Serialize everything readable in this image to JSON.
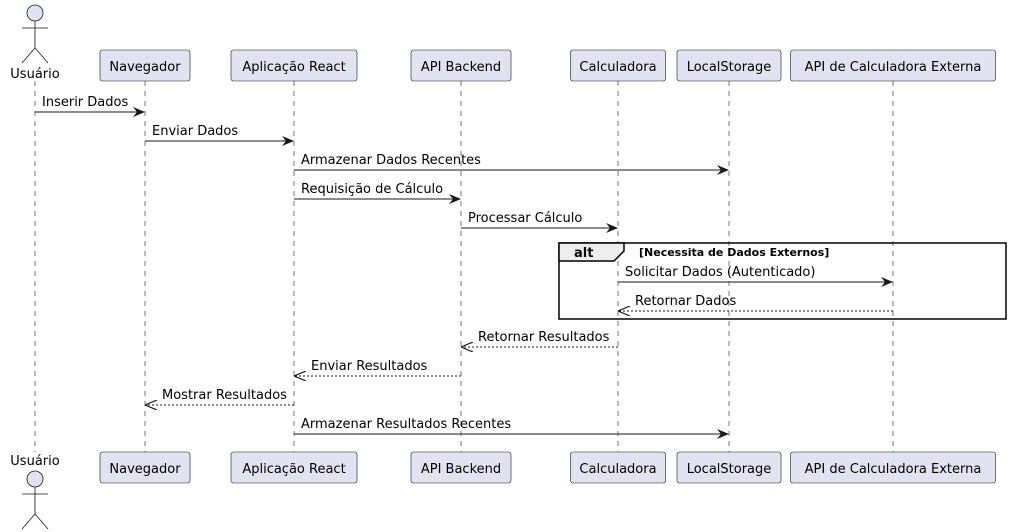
{
  "participants": [
    {
      "id": "usuario",
      "label": "Usuário",
      "kind": "actor"
    },
    {
      "id": "navegador",
      "label": "Navegador",
      "kind": "participant"
    },
    {
      "id": "react",
      "label": "Aplicação React",
      "kind": "participant"
    },
    {
      "id": "api",
      "label": "API Backend",
      "kind": "participant"
    },
    {
      "id": "calc",
      "label": "Calculadora",
      "kind": "participant"
    },
    {
      "id": "storage",
      "label": "LocalStorage",
      "kind": "participant"
    },
    {
      "id": "extapi",
      "label": "API de Calculadora Externa",
      "kind": "participant"
    }
  ],
  "messages": [
    {
      "from": "usuario",
      "to": "navegador",
      "label": "Inserir Dados",
      "style": "solid"
    },
    {
      "from": "navegador",
      "to": "react",
      "label": "Enviar Dados",
      "style": "solid"
    },
    {
      "from": "react",
      "to": "storage",
      "label": "Armazenar Dados Recentes",
      "style": "solid"
    },
    {
      "from": "react",
      "to": "api",
      "label": "Requisição de Cálculo",
      "style": "solid"
    },
    {
      "from": "api",
      "to": "calc",
      "label": "Processar Cálculo",
      "style": "solid"
    },
    {
      "from": "calc",
      "to": "extapi",
      "label": "Solicitar Dados (Autenticado)",
      "style": "solid"
    },
    {
      "from": "extapi",
      "to": "calc",
      "label": "Retornar Dados",
      "style": "dashed"
    },
    {
      "from": "calc",
      "to": "api",
      "label": "Retornar Resultados",
      "style": "dashed"
    },
    {
      "from": "api",
      "to": "react",
      "label": "Enviar Resultados",
      "style": "dashed"
    },
    {
      "from": "react",
      "to": "navegador",
      "label": "Mostrar Resultados",
      "style": "dashed"
    },
    {
      "from": "react",
      "to": "storage",
      "label": "Armazenar Resultados Recentes",
      "style": "solid"
    }
  ],
  "fragment": {
    "keyword": "alt",
    "guard": "[Necessita de Dados Externos]",
    "messages": [
      5,
      6
    ]
  },
  "colors": {
    "participant_fill": "#e2e2f0",
    "participant_stroke": "#181818",
    "lifeline": "#181818",
    "line": "#181818",
    "fragment_header_fill": "#eeeeee"
  }
}
